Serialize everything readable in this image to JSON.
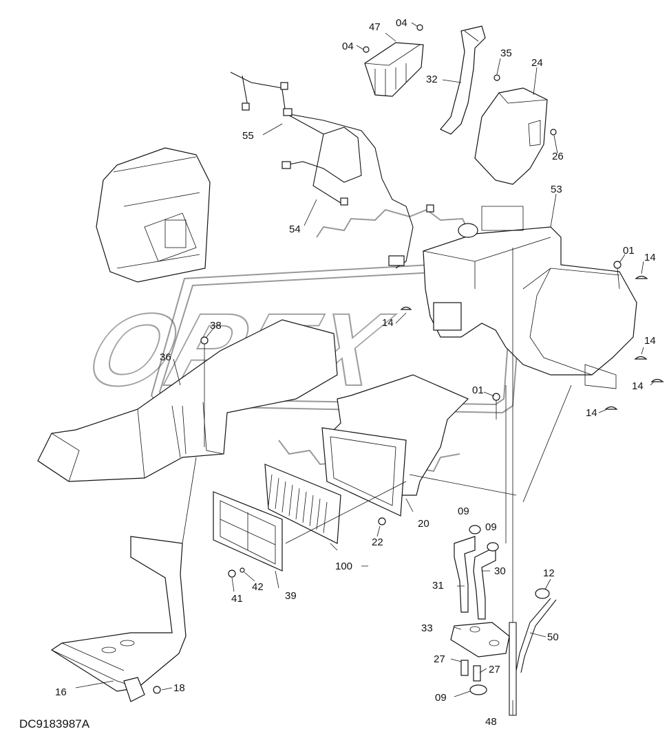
{
  "diagram": {
    "drawing_code": "DC9183987A",
    "watermark": "OPEX",
    "callouts": [
      {
        "id": "c47",
        "text": "47"
      },
      {
        "id": "c04a",
        "text": "04"
      },
      {
        "id": "c04b",
        "text": "04"
      },
      {
        "id": "c35",
        "text": "35"
      },
      {
        "id": "c32",
        "text": "32"
      },
      {
        "id": "c24",
        "text": "24"
      },
      {
        "id": "c55",
        "text": "55"
      },
      {
        "id": "c26",
        "text": "26"
      },
      {
        "id": "c53",
        "text": "53"
      },
      {
        "id": "c54",
        "text": "54"
      },
      {
        "id": "c01a",
        "text": "01"
      },
      {
        "id": "c14a",
        "text": "14"
      },
      {
        "id": "c14b",
        "text": "14"
      },
      {
        "id": "c38",
        "text": "38"
      },
      {
        "id": "c36",
        "text": "36"
      },
      {
        "id": "c14c",
        "text": "14"
      },
      {
        "id": "c14d",
        "text": "14"
      },
      {
        "id": "c01b",
        "text": "01"
      },
      {
        "id": "c14e",
        "text": "14"
      },
      {
        "id": "c20",
        "text": "20"
      },
      {
        "id": "c09a",
        "text": "09"
      },
      {
        "id": "c09b",
        "text": "09"
      },
      {
        "id": "c22",
        "text": "22"
      },
      {
        "id": "c100",
        "text": "100"
      },
      {
        "id": "c30",
        "text": "30"
      },
      {
        "id": "c12",
        "text": "12"
      },
      {
        "id": "c31",
        "text": "31"
      },
      {
        "id": "c42",
        "text": "42"
      },
      {
        "id": "c41",
        "text": "41"
      },
      {
        "id": "c39",
        "text": "39"
      },
      {
        "id": "c33",
        "text": "33"
      },
      {
        "id": "c50",
        "text": "50"
      },
      {
        "id": "c27a",
        "text": "27"
      },
      {
        "id": "c27b",
        "text": "27"
      },
      {
        "id": "c16",
        "text": "16"
      },
      {
        "id": "c18",
        "text": "18"
      },
      {
        "id": "c09c",
        "text": "09"
      },
      {
        "id": "c48",
        "text": "48"
      }
    ]
  }
}
